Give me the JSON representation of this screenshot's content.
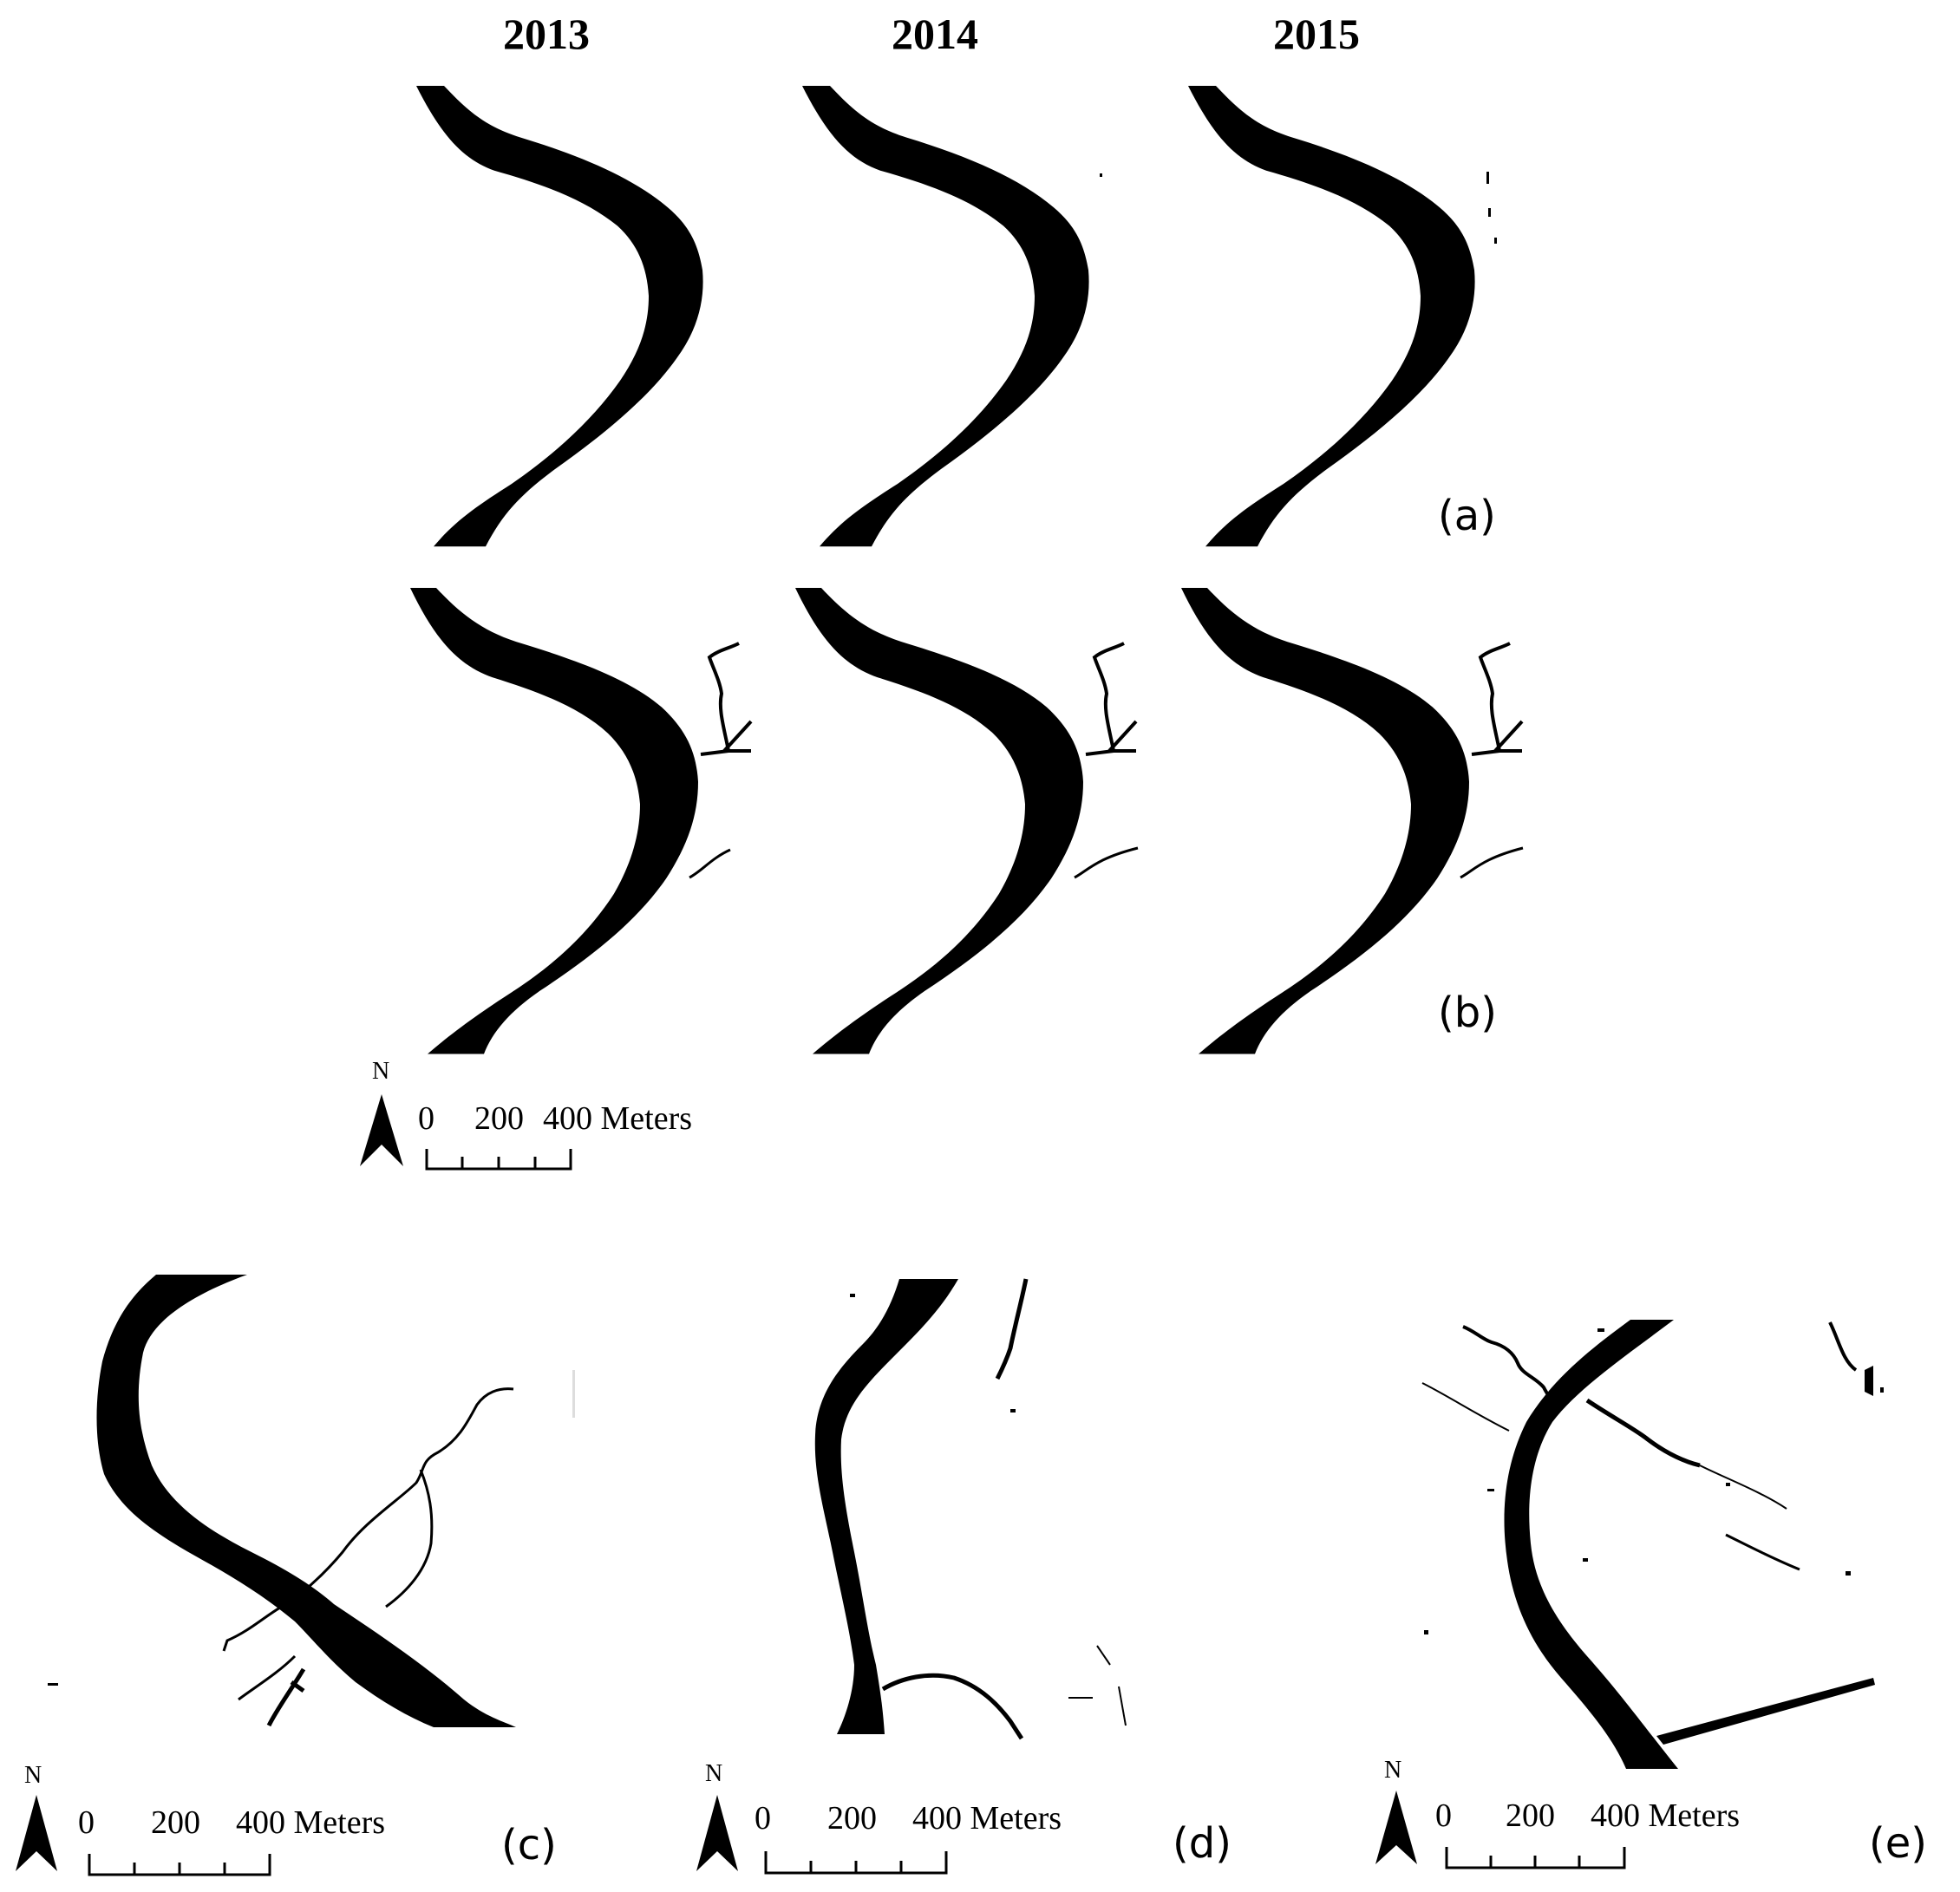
{
  "figure": {
    "years": [
      "2013",
      "2014",
      "2015"
    ],
    "panel_labels": {
      "a": "(a)",
      "b": "(b)",
      "c": "(c)",
      "d": "(d)",
      "e": "(e)"
    },
    "north_label": "N",
    "scale_labels": [
      "0",
      "200",
      "400 Meters"
    ],
    "colors": {
      "water": "#000000",
      "background": "#ffffff"
    }
  }
}
